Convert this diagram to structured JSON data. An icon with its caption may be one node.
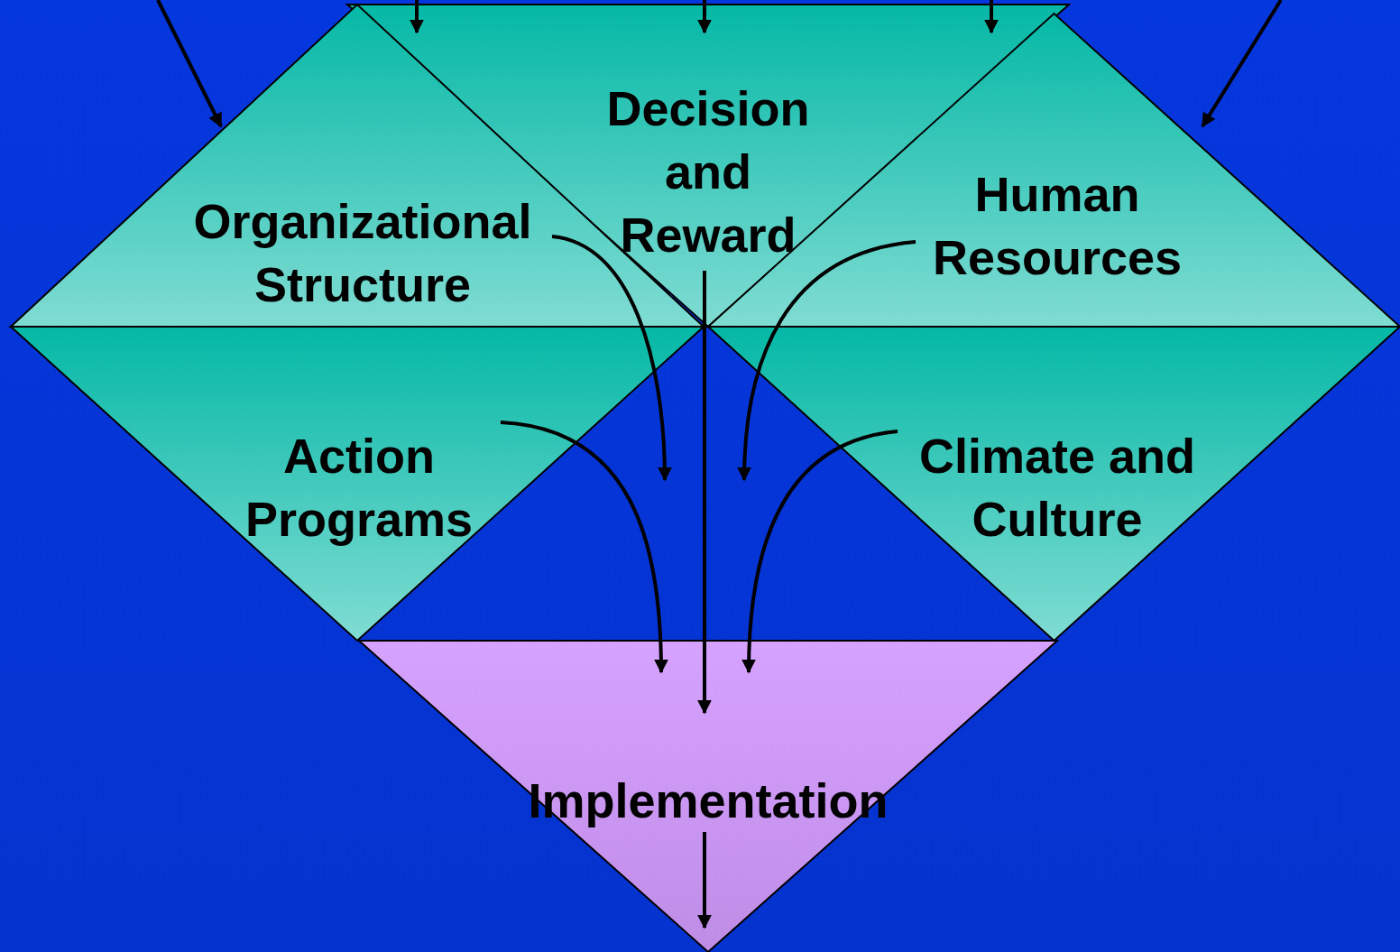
{
  "diagram": {
    "nodes": [
      {
        "text": [
          "Organizational Structure"
        ]
      },
      {
        "text": [
          "Decision and Reward"
        ]
      },
      {
        "text": [
          "Human Resources"
        ]
      },
      {
        "text": [
          "Action Programs"
        ]
      },
      {
        "text": [
          "Climate and Culture"
        ]
      },
      {
        "text": [
          "Implementation"
        ]
      }
    ],
    "edges": [
      {
        "from": null,
        "to": 0,
        "arrow": "to"
      },
      {
        "from": null,
        "to": 1,
        "arrow": "to"
      },
      {
        "from": null,
        "to": 1,
        "arrow": "to"
      },
      {
        "from": null,
        "to": 1,
        "arrow": "to"
      },
      {
        "from": null,
        "to": 2,
        "arrow": "to"
      },
      {
        "from": 0,
        "to": null,
        "arrow": "to"
      },
      {
        "from": 2,
        "to": null,
        "arrow": "to"
      },
      {
        "from": 3,
        "to": 5,
        "arrow": "to"
      },
      {
        "from": 4,
        "to": 5,
        "arrow": "to"
      },
      {
        "from": 1,
        "to": 5,
        "arrow": "to"
      },
      {
        "from": null,
        "to": 5,
        "arrow": "to"
      }
    ]
  }
}
